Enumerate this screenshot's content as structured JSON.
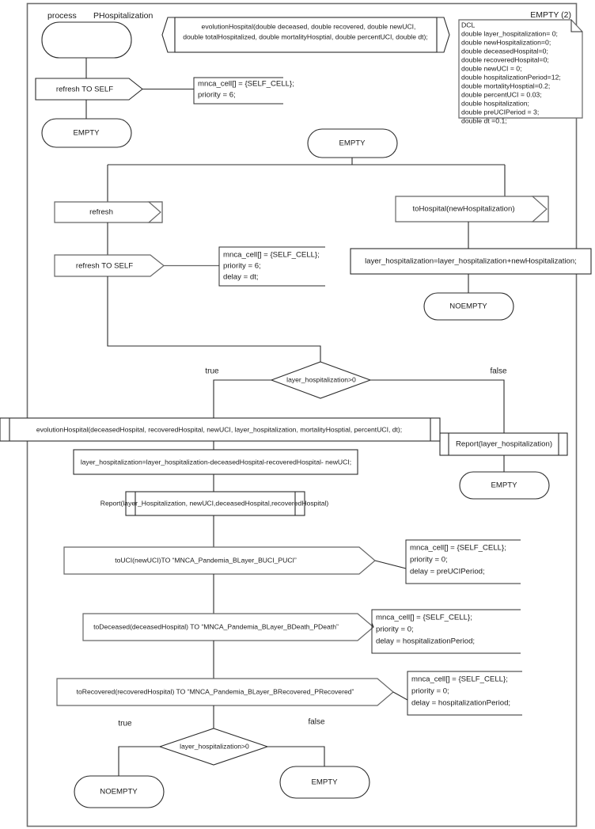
{
  "diagram": {
    "kind": "sdl-process-flowchart",
    "title": "PHospitalization",
    "process_keyword": "process",
    "frame": {
      "stroke": "#6e6e6e"
    },
    "colors": {
      "outline": "#2b2b2b",
      "outline_grey": "#666666",
      "text": "#1a1a1a",
      "background": "#ffffff"
    }
  },
  "header": {
    "process_keyword": "process",
    "process_name": "PHospitalization",
    "empty_count_label": "EMPTY (2)"
  },
  "procedure_declaration": {
    "line1": "evolutionHospital(double deceased, double recovered, double newUCI,",
    "line2": "double totalHospitalized, double mortalityHosptial, double percentUCI, double dt);"
  },
  "dcl_block": {
    "header": "DCL",
    "declarations": [
      "double layer_hospitalization= 0;",
      "double newHospitalization=0;",
      "double deceasedHospital=0;",
      "double recoveredHospital=0;",
      "double newUCI = 0;",
      "double hospitalizationPeriod=12;",
      "double mortalityHosptial=0.2;",
      "double percentUCI = 0.03;",
      "double hospitalization;",
      "double preUCIPeriod = 3;",
      "double dt =0.1;"
    ]
  },
  "start_branch": {
    "start_output_label": "refresh TO SELF",
    "start_output_note": [
      "mnca_cell[] = {SELF_CELL};",
      "priority = 6;"
    ],
    "start_state_label": "EMPTY"
  },
  "main_state": {
    "state_label": "EMPTY"
  },
  "refresh_branch": {
    "input_label": "refresh",
    "output_label": "refresh TO SELF",
    "output_note": [
      "mnca_cell[] = {SELF_CELL};",
      "priority = 6;",
      "delay = dt;"
    ]
  },
  "hospital_branch": {
    "input_label": "toHospital(newHospitalization)",
    "task_label": "layer_hospitalization=layer_hospitalization+newHospitalization;",
    "state_label": "NOEMPTY"
  },
  "decision_top": {
    "condition": "layer_hospitalization>0",
    "true_label": "true",
    "false_label": "false"
  },
  "true_path": {
    "procedure_call": "evolutionHospital(deceasedHospital, recoveredHospital, newUCI, layer_hospitalization, mortalityHosptial, percentUCI, dt);",
    "task_label": "layer_hospitalization=layer_hospitalization-deceasedHospital-recoveredHospital- newUCI;",
    "report_call": "Report(layer_Hospitalization, newUCI,deceasedHospital,recoveredHospital)",
    "outputs": [
      {
        "label": "toUCI(newUCI)TO “MNCA_Pandemia_BLayer_BUCI_PUCI”",
        "note": [
          "mnca_cell[] = {SELF_CELL};",
          "priority = 0;",
          "delay = preUCIPeriod;"
        ]
      },
      {
        "label": "toDeceased(deceasedHospital) TO “MNCA_Pandemia_BLayer_BDeath_PDeath”",
        "note": [
          "mnca_cell[] = {SELF_CELL};",
          "priority = 0;",
          "delay = hospitalizationPeriod;"
        ]
      },
      {
        "label": "toRecovered(recoveredHospital) TO “MNCA_Pandemia_BLayer_BRecovered_PRecovered”",
        "note": [
          "mnca_cell[] = {SELF_CELL};",
          "priority = 0;",
          "delay = hospitalizationPeriod;"
        ]
      }
    ]
  },
  "false_path": {
    "report_call": "Report(layer_hospitalization)",
    "state_label": "EMPTY"
  },
  "decision_bottom": {
    "condition": "layer_hospitalization>0",
    "true_label": "true",
    "false_label": "false",
    "true_state": "NOEMPTY",
    "false_state": "EMPTY"
  }
}
